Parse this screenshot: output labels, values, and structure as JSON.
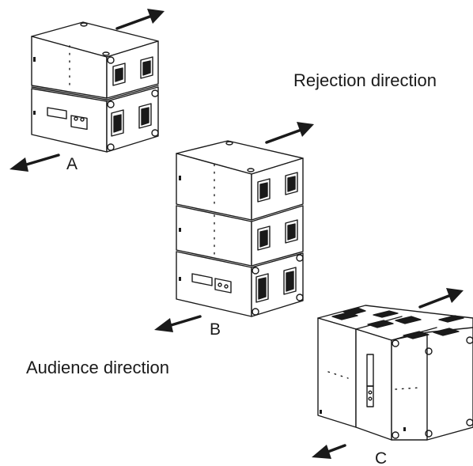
{
  "labels": {
    "rejection": "Rejection direction",
    "audience": "Audience direction",
    "a": "A",
    "b": "B",
    "c": "C"
  },
  "configurations": [
    {
      "id": "A",
      "cabinets": 2,
      "arrangement": "vertical stack"
    },
    {
      "id": "B",
      "cabinets": 3,
      "arrangement": "vertical stack"
    },
    {
      "id": "C",
      "cabinets": 3,
      "arrangement": "side-by-side"
    }
  ],
  "colors": {
    "line": "#1a1a1a",
    "face": "#ffffff",
    "arrow": "#1a1a1a"
  }
}
